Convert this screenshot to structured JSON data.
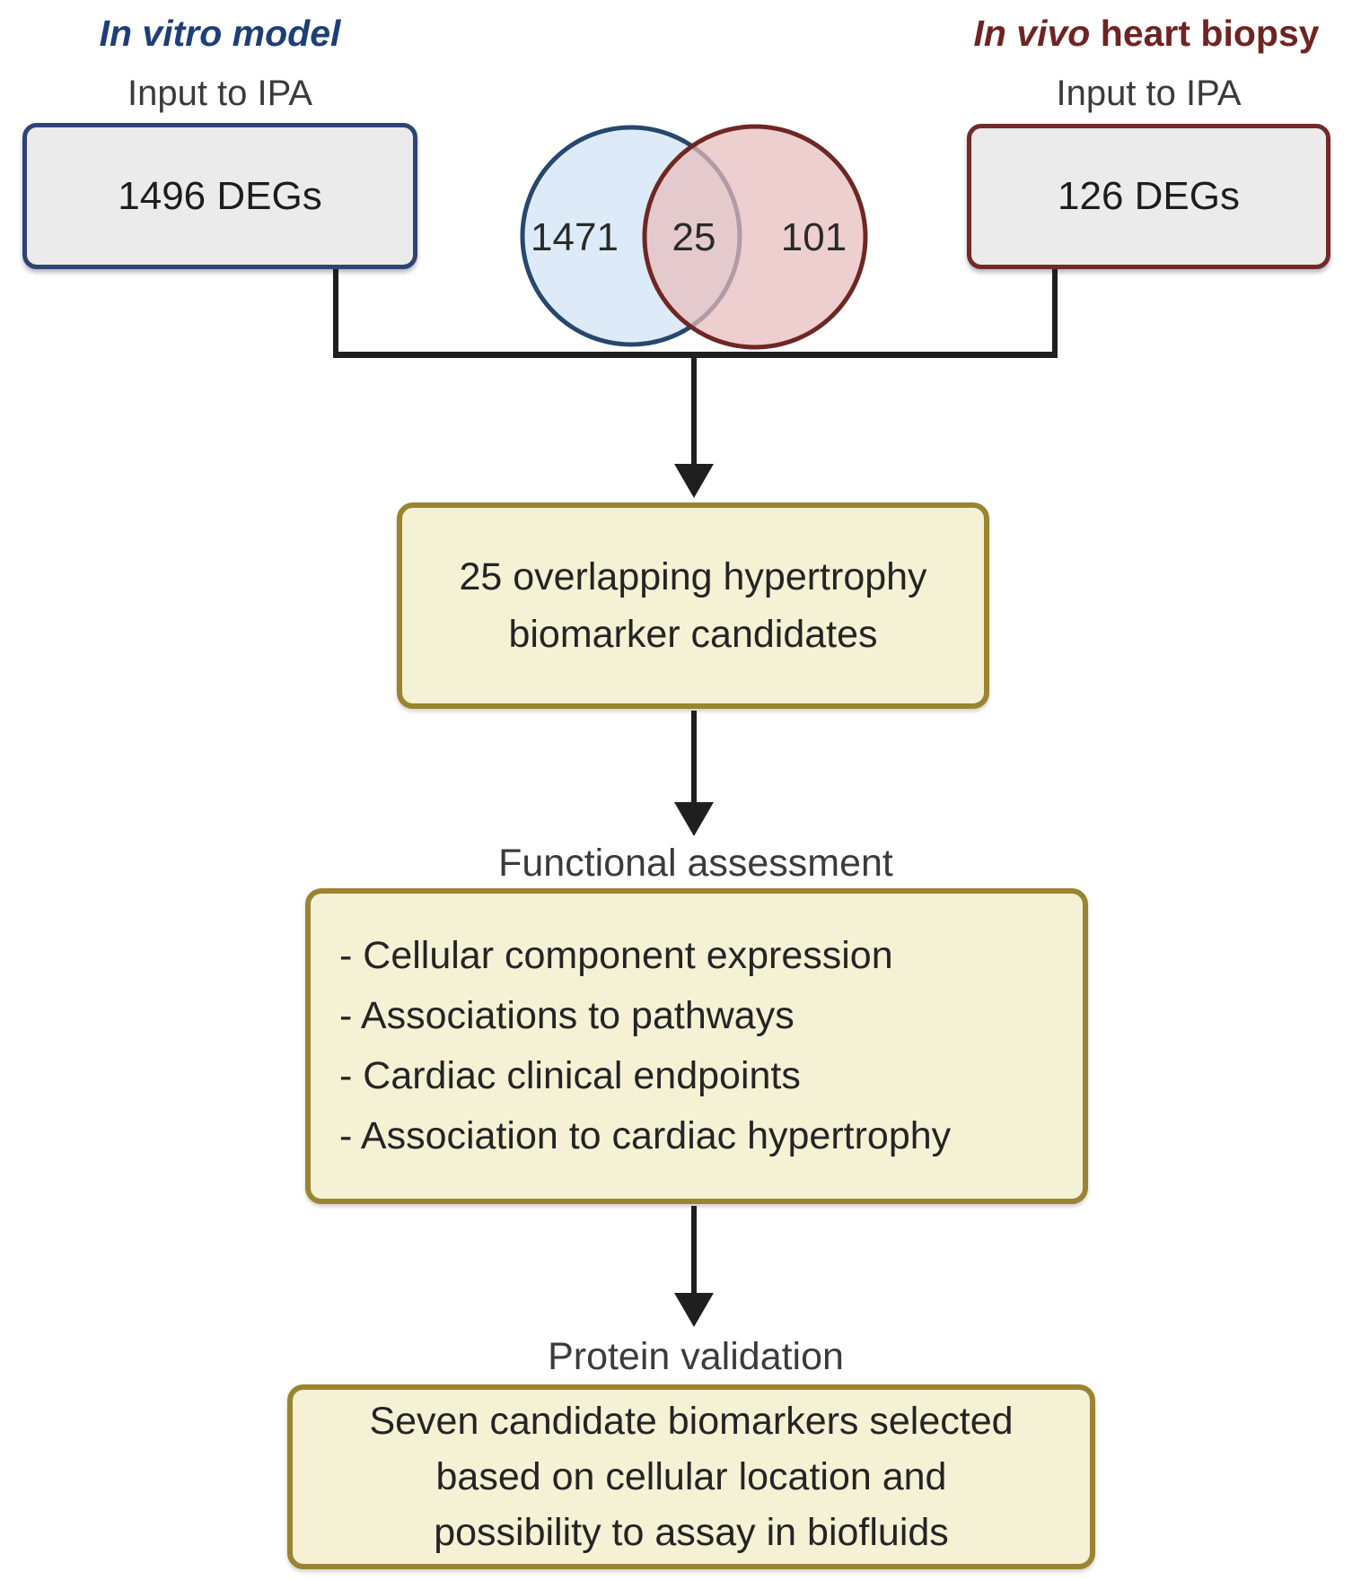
{
  "left_branch": {
    "title": "In vitro model",
    "subtitle": "Input to IPA",
    "value": "1496 DEGs"
  },
  "right_branch": {
    "title_italic": "In vivo",
    "title_rest": "heart biopsy",
    "subtitle": "Input to IPA",
    "value": "126 DEGs"
  },
  "venn": {
    "left_count": "1471",
    "overlap_count": "25",
    "right_count": "101"
  },
  "flow": {
    "overlap_box": {
      "line1": "25 overlapping hypertrophy",
      "line2": "biomarker candidates"
    },
    "functional": {
      "label": "Functional assessment",
      "items": [
        "- Cellular component expression",
        "- Associations to pathways",
        "- Cardiac clinical endpoints",
        "- Association to cardiac hypertrophy"
      ]
    },
    "protein": {
      "label": "Protein validation",
      "line1": "Seven candidate biomarkers selected",
      "line2": "based on cellular location and",
      "line3": "possibility to assay in biofluids"
    }
  },
  "colors": {
    "in_vitro_blue": "#1e3e78",
    "in_vivo_maroon": "#6e2423",
    "box_border_blue": "#2e4474",
    "box_border_maroon": "#722a28",
    "gray_box_fill": "#ebebeb",
    "venn_blue_fill": "#dcebf7",
    "venn_blue_stroke": "#26476f",
    "venn_red_fill": "#e7bcbd",
    "venn_red_stroke": "#6f2723",
    "yellow_box_fill": "#f4f1d5",
    "yellow_box_border": "#9a8431",
    "line_color": "#1f1f1f"
  }
}
